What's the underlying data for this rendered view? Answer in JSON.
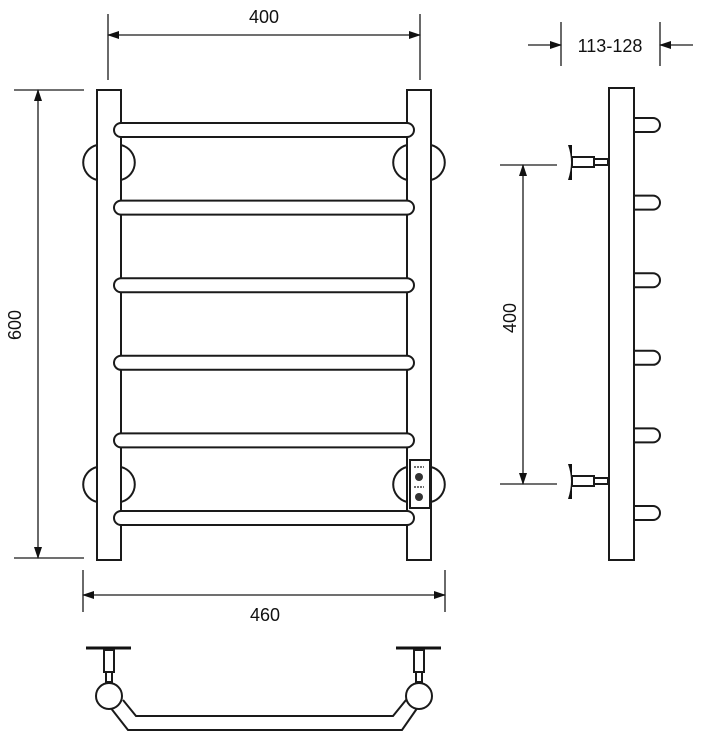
{
  "dimensions": {
    "front_width_axis": "400",
    "front_height": "600",
    "front_overall_width": "460",
    "side_axis": "400",
    "wall_distance": "113-128"
  },
  "rung_count": 6,
  "colors": {
    "line": "#1a1a1a",
    "background": "#ffffff"
  }
}
